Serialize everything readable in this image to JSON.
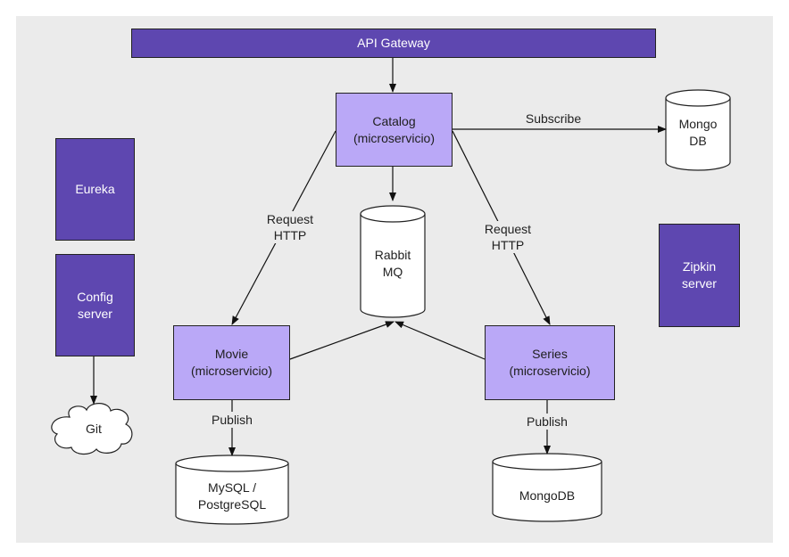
{
  "diagram": {
    "api_gateway": "API Gateway",
    "catalog": "Catalog\n(microservicio)",
    "movie": "Movie\n(microservicio)",
    "series": "Series\n(microservicio)",
    "eureka": "Eureka",
    "config_server": "Config\nserver",
    "zipkin": "Zipkin\nserver",
    "git": "Git",
    "rabbit": "Rabbit\nMQ",
    "mongo_top": "Mongo\nDB",
    "mysql": "MySQL /\nPostgreSQL",
    "mongodb_bottom": "MongoDB",
    "edge_subscribe": "Subscribe",
    "edge_request_left": "Request\nHTTP",
    "edge_request_right": "Request\nHTTP",
    "edge_publish_left": "Publish",
    "edge_publish_right": "Publish"
  },
  "colors": {
    "dark_box": "#5e47b0",
    "light_box": "#baa8f7",
    "canvas": "#ebebeb"
  }
}
